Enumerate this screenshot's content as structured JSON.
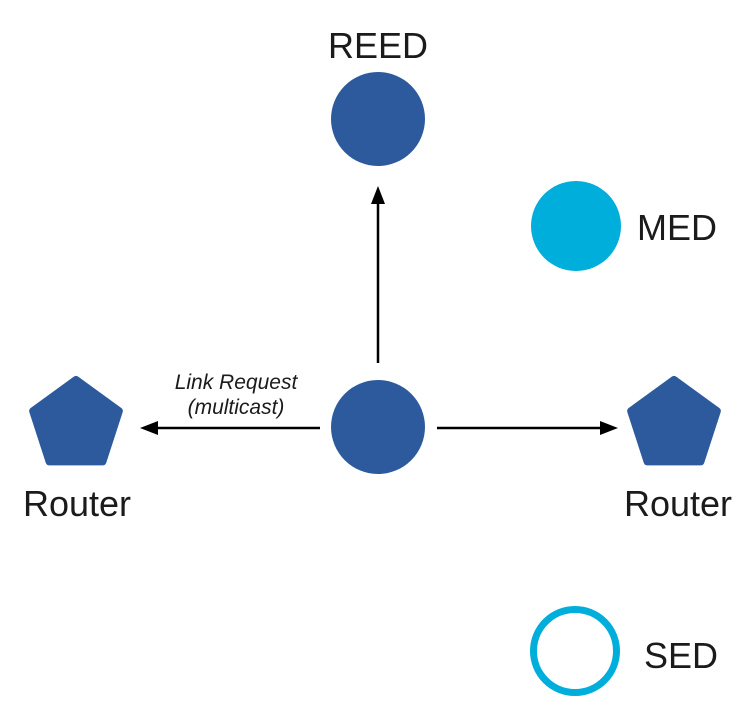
{
  "diagram": {
    "nodes": {
      "reed": {
        "label": "REED"
      },
      "med": {
        "label": "MED"
      },
      "router_left": {
        "label": "Router"
      },
      "router_right": {
        "label": "Router"
      },
      "sed": {
        "label": "SED"
      }
    },
    "annotation": {
      "line1": "Link Request",
      "line2": "(multicast)"
    },
    "colors": {
      "node_blue": "#2D5A9D",
      "node_cyan": "#00AEDB",
      "arrow": "#000000"
    }
  }
}
